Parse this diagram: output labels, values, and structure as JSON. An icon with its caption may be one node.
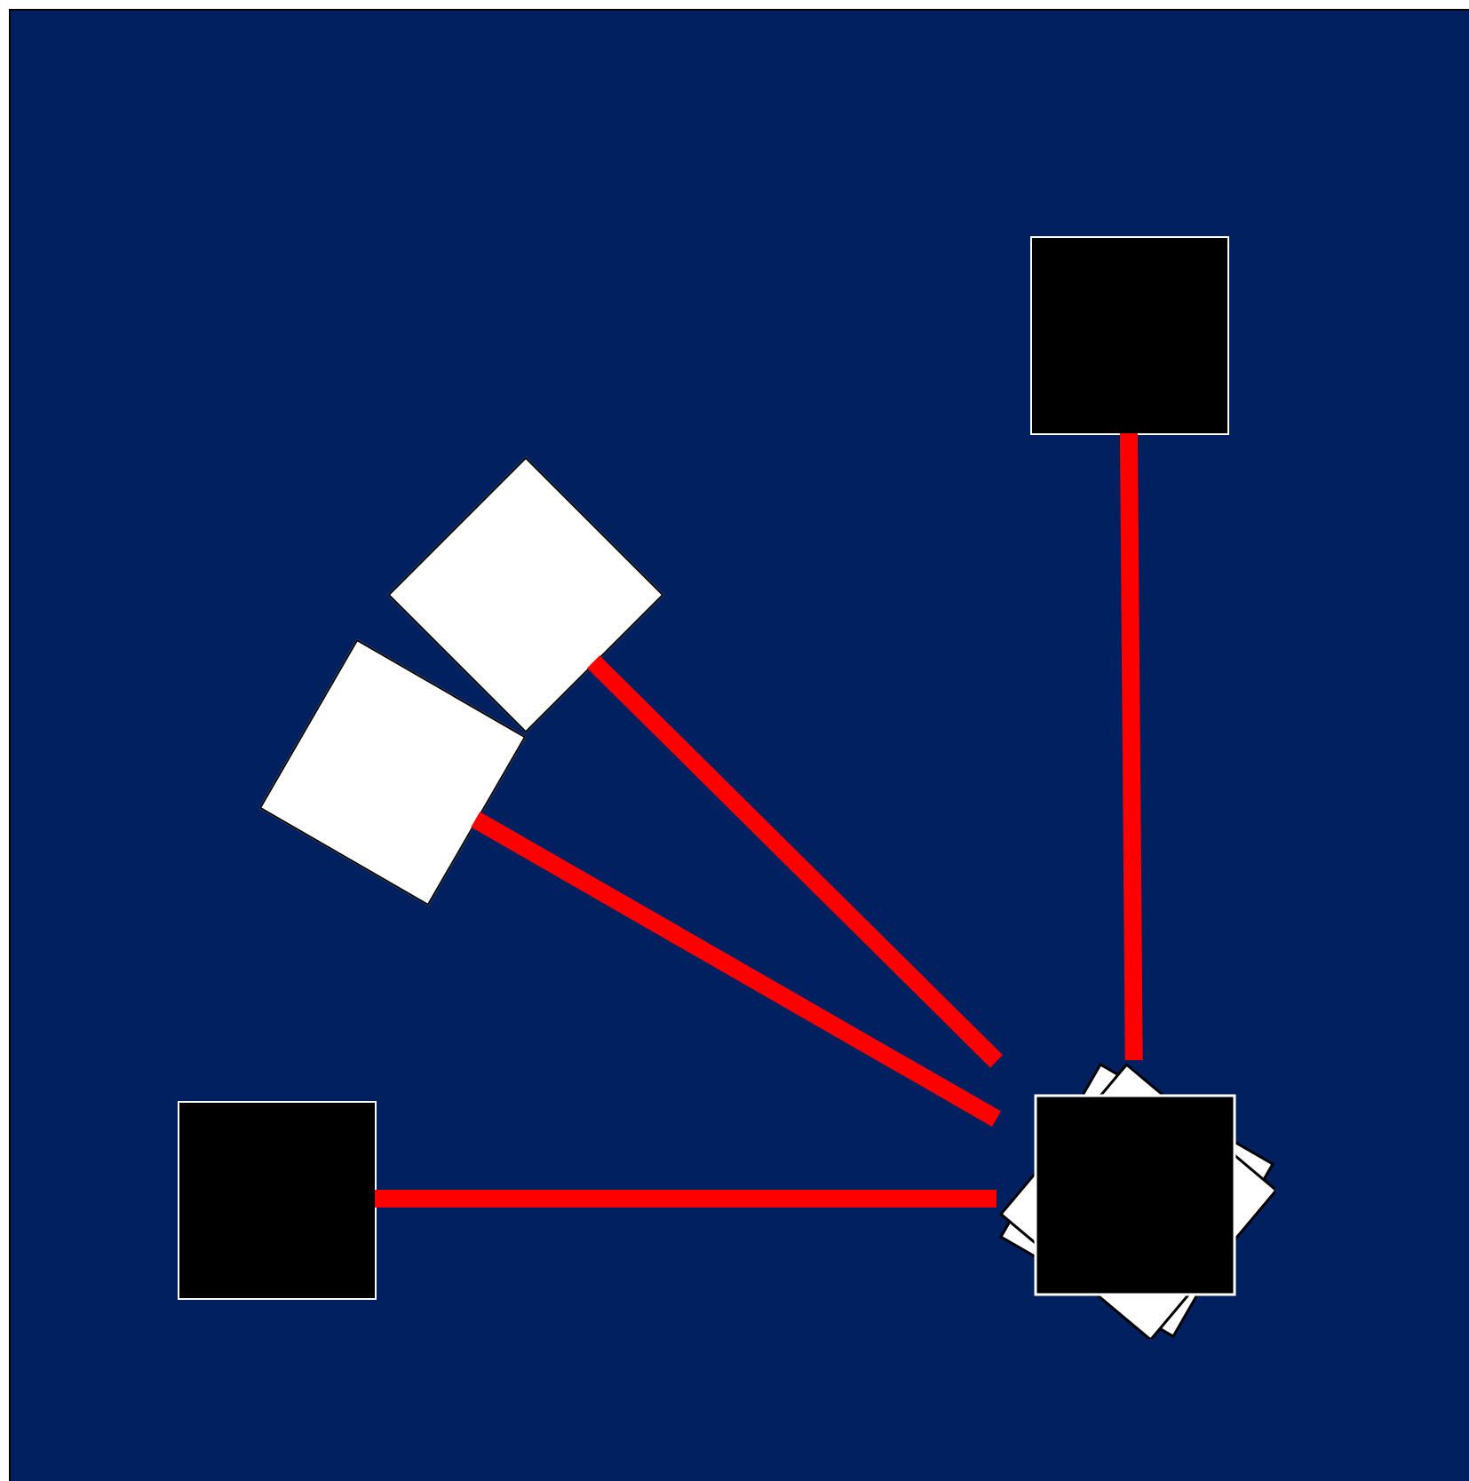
{
  "diagram": {
    "nodes": [
      {
        "text": [],
        "shape": "box"
      },
      {
        "text": [],
        "shape": "box"
      },
      {
        "text": [],
        "shape": "box"
      },
      {
        "text": [],
        "shape": "box"
      },
      {
        "text": [],
        "shape": "box"
      }
    ],
    "edges": [
      {
        "from": 4,
        "to": 0,
        "arrow": "none"
      },
      {
        "from": 4,
        "to": 1,
        "arrow": "none"
      },
      {
        "from": 4,
        "to": 2,
        "arrow": "none"
      },
      {
        "from": 4,
        "to": 3,
        "arrow": "none"
      }
    ]
  }
}
